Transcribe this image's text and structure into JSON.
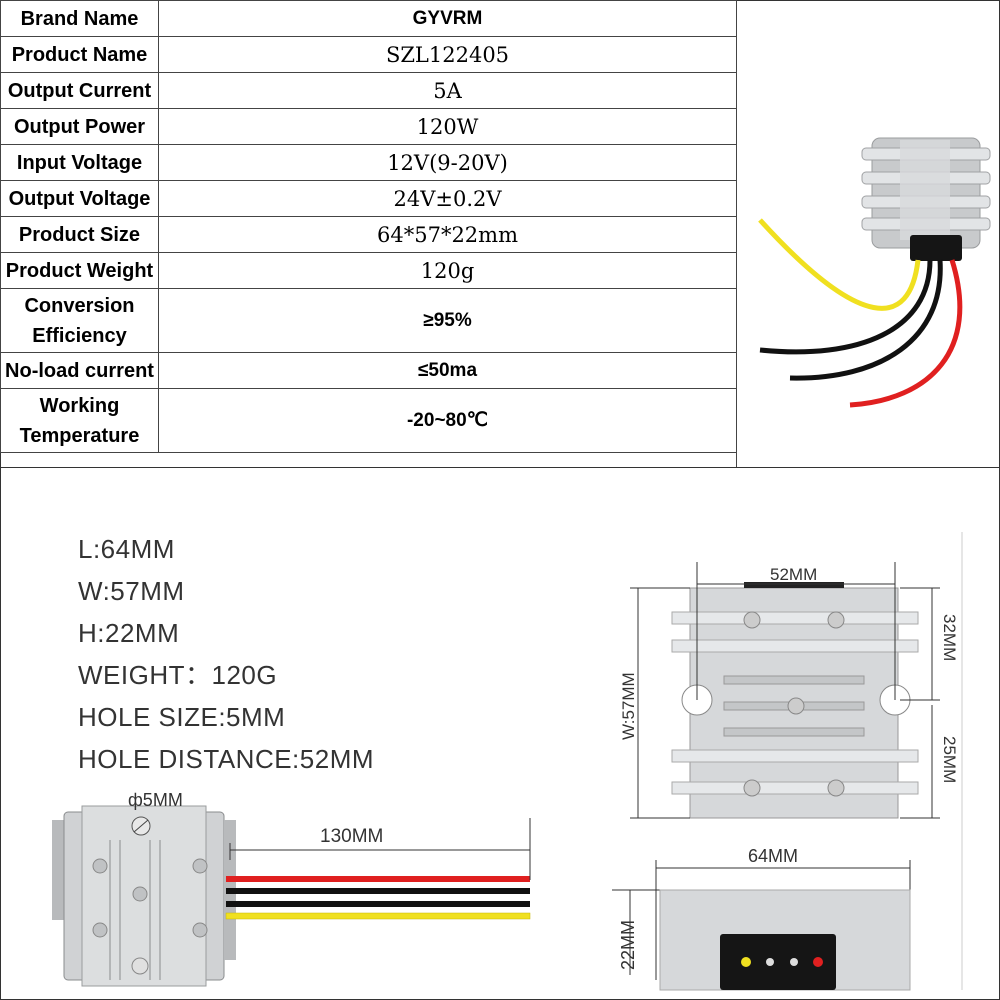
{
  "specs": [
    {
      "label": "Brand Name",
      "value": "GYVRM"
    },
    {
      "label": "Product  Name",
      "value": "SZL122405"
    },
    {
      "label": "Output Current",
      "value": "5A"
    },
    {
      "label": "Output Power",
      "value": "120W"
    },
    {
      "label": "Input Voltage",
      "value": "12V(9-20V)"
    },
    {
      "label": "Output Voltage",
      "value": "24V±0.2V"
    },
    {
      "label": "Product Size",
      "value": "64*57*22mm"
    },
    {
      "label": "Product Weight",
      "value": "120g"
    },
    {
      "label_line1": "Conversion",
      "label_line2": "Efficiency",
      "value": "≥95%"
    },
    {
      "label": "No-load current",
      "value": "≤50ma"
    },
    {
      "label_line1": "Working",
      "label_line2": "Temperature",
      "value": "-20~80℃"
    }
  ],
  "dimensions": {
    "length": "L:64MM",
    "width": "W:57MM",
    "height": "H:22MM",
    "weight": "WEIGHT：120G",
    "hole_size": "HOLE SIZE:5MM",
    "hole_distance": "HOLE DISTANCE:52MM"
  },
  "drawing": {
    "hole_label": "ф5MM",
    "wire_length": "130MM",
    "top_width": "52MM",
    "side_w": "W:57MM",
    "seg_top": "32MM",
    "seg_bottom": "25MM",
    "bottom_length": "64MM",
    "bottom_height": "22MM"
  },
  "colors": {
    "wire_red": "#e02020",
    "wire_black": "#111111",
    "wire_yellow": "#f0e020",
    "housing": "#d4d6d8"
  }
}
